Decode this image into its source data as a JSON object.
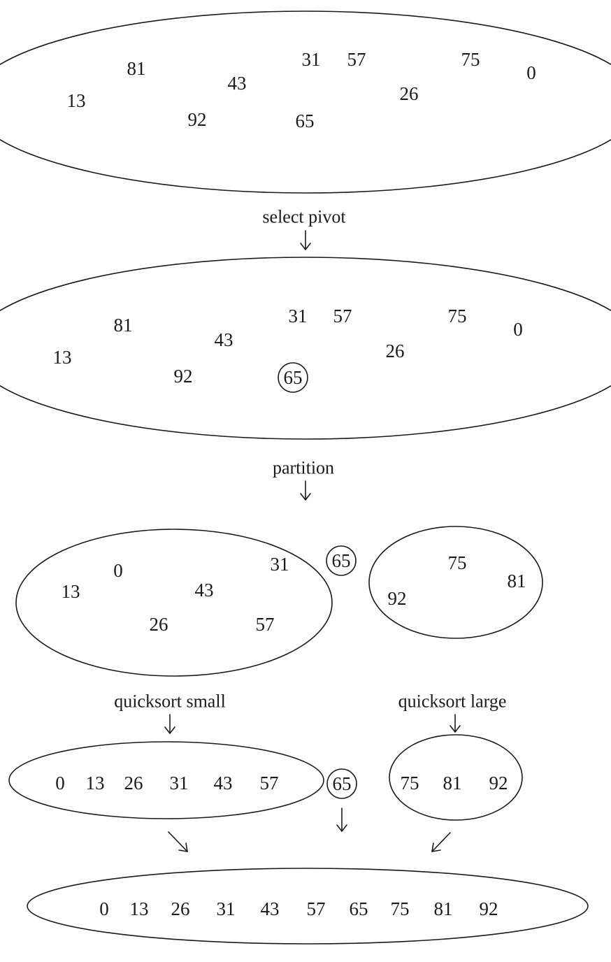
{
  "stages": {
    "initial": [
      "81",
      "31",
      "57",
      "75",
      "0",
      "13",
      "43",
      "26",
      "92",
      "65"
    ],
    "pivot_selected": {
      "numbers": [
        "81",
        "31",
        "57",
        "75",
        "0",
        "13",
        "43",
        "26",
        "92"
      ],
      "pivot": "65"
    },
    "partitioned": {
      "small": [
        "0",
        "31",
        "13",
        "43",
        "26",
        "57"
      ],
      "pivot": "65",
      "large": [
        "75",
        "81",
        "92"
      ]
    },
    "sorted_parts": {
      "small": [
        "0",
        "13",
        "26",
        "31",
        "43",
        "57"
      ],
      "pivot": "65",
      "large": [
        "75",
        "81",
        "92"
      ]
    },
    "final": [
      "0",
      "13",
      "26",
      "31",
      "43",
      "57",
      "65",
      "75",
      "81",
      "92"
    ]
  },
  "labels": {
    "select_pivot": "select pivot",
    "partition": "partition",
    "quicksort_small": "quicksort small",
    "quicksort_large": "quicksort large"
  }
}
